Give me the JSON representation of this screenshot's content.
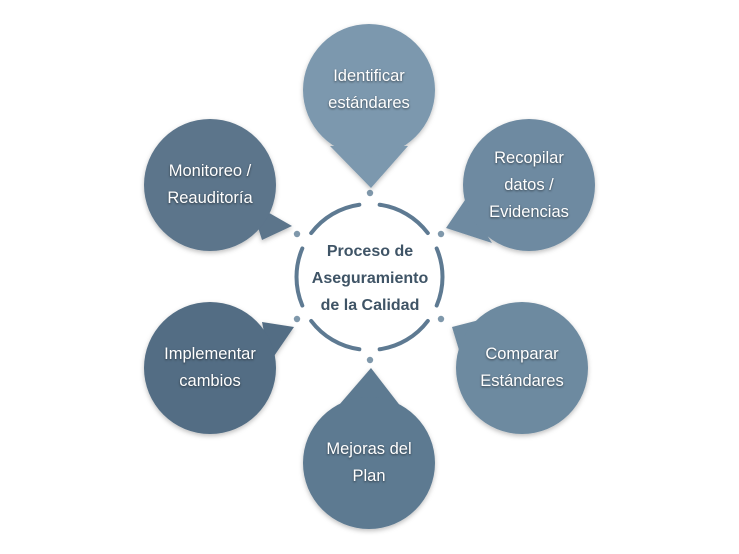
{
  "diagram": {
    "center": {
      "label": "Proceso de\nAseguramiento\nde la Calidad"
    },
    "nodes": [
      {
        "id": "identificar",
        "label": "Identificar\nestándares",
        "color": "#7b98ae"
      },
      {
        "id": "recopilar",
        "label": "Recopilar\ndatos /\nEvidencias",
        "color": "#6e8aa1"
      },
      {
        "id": "comparar",
        "label": "Comparar\nEstándares",
        "color": "#6d8aa0"
      },
      {
        "id": "mejoras",
        "label": "Mejoras del\nPlan",
        "color": "#5d7a91"
      },
      {
        "id": "implementar",
        "label": "Implementar\ncambios",
        "color": "#526d84"
      },
      {
        "id": "monitoreo",
        "label": "Monitoreo /\nReauditoría",
        "color": "#5b748b"
      }
    ],
    "colors": {
      "ring": "#5e7a92",
      "dot": "#7f98ab"
    }
  }
}
